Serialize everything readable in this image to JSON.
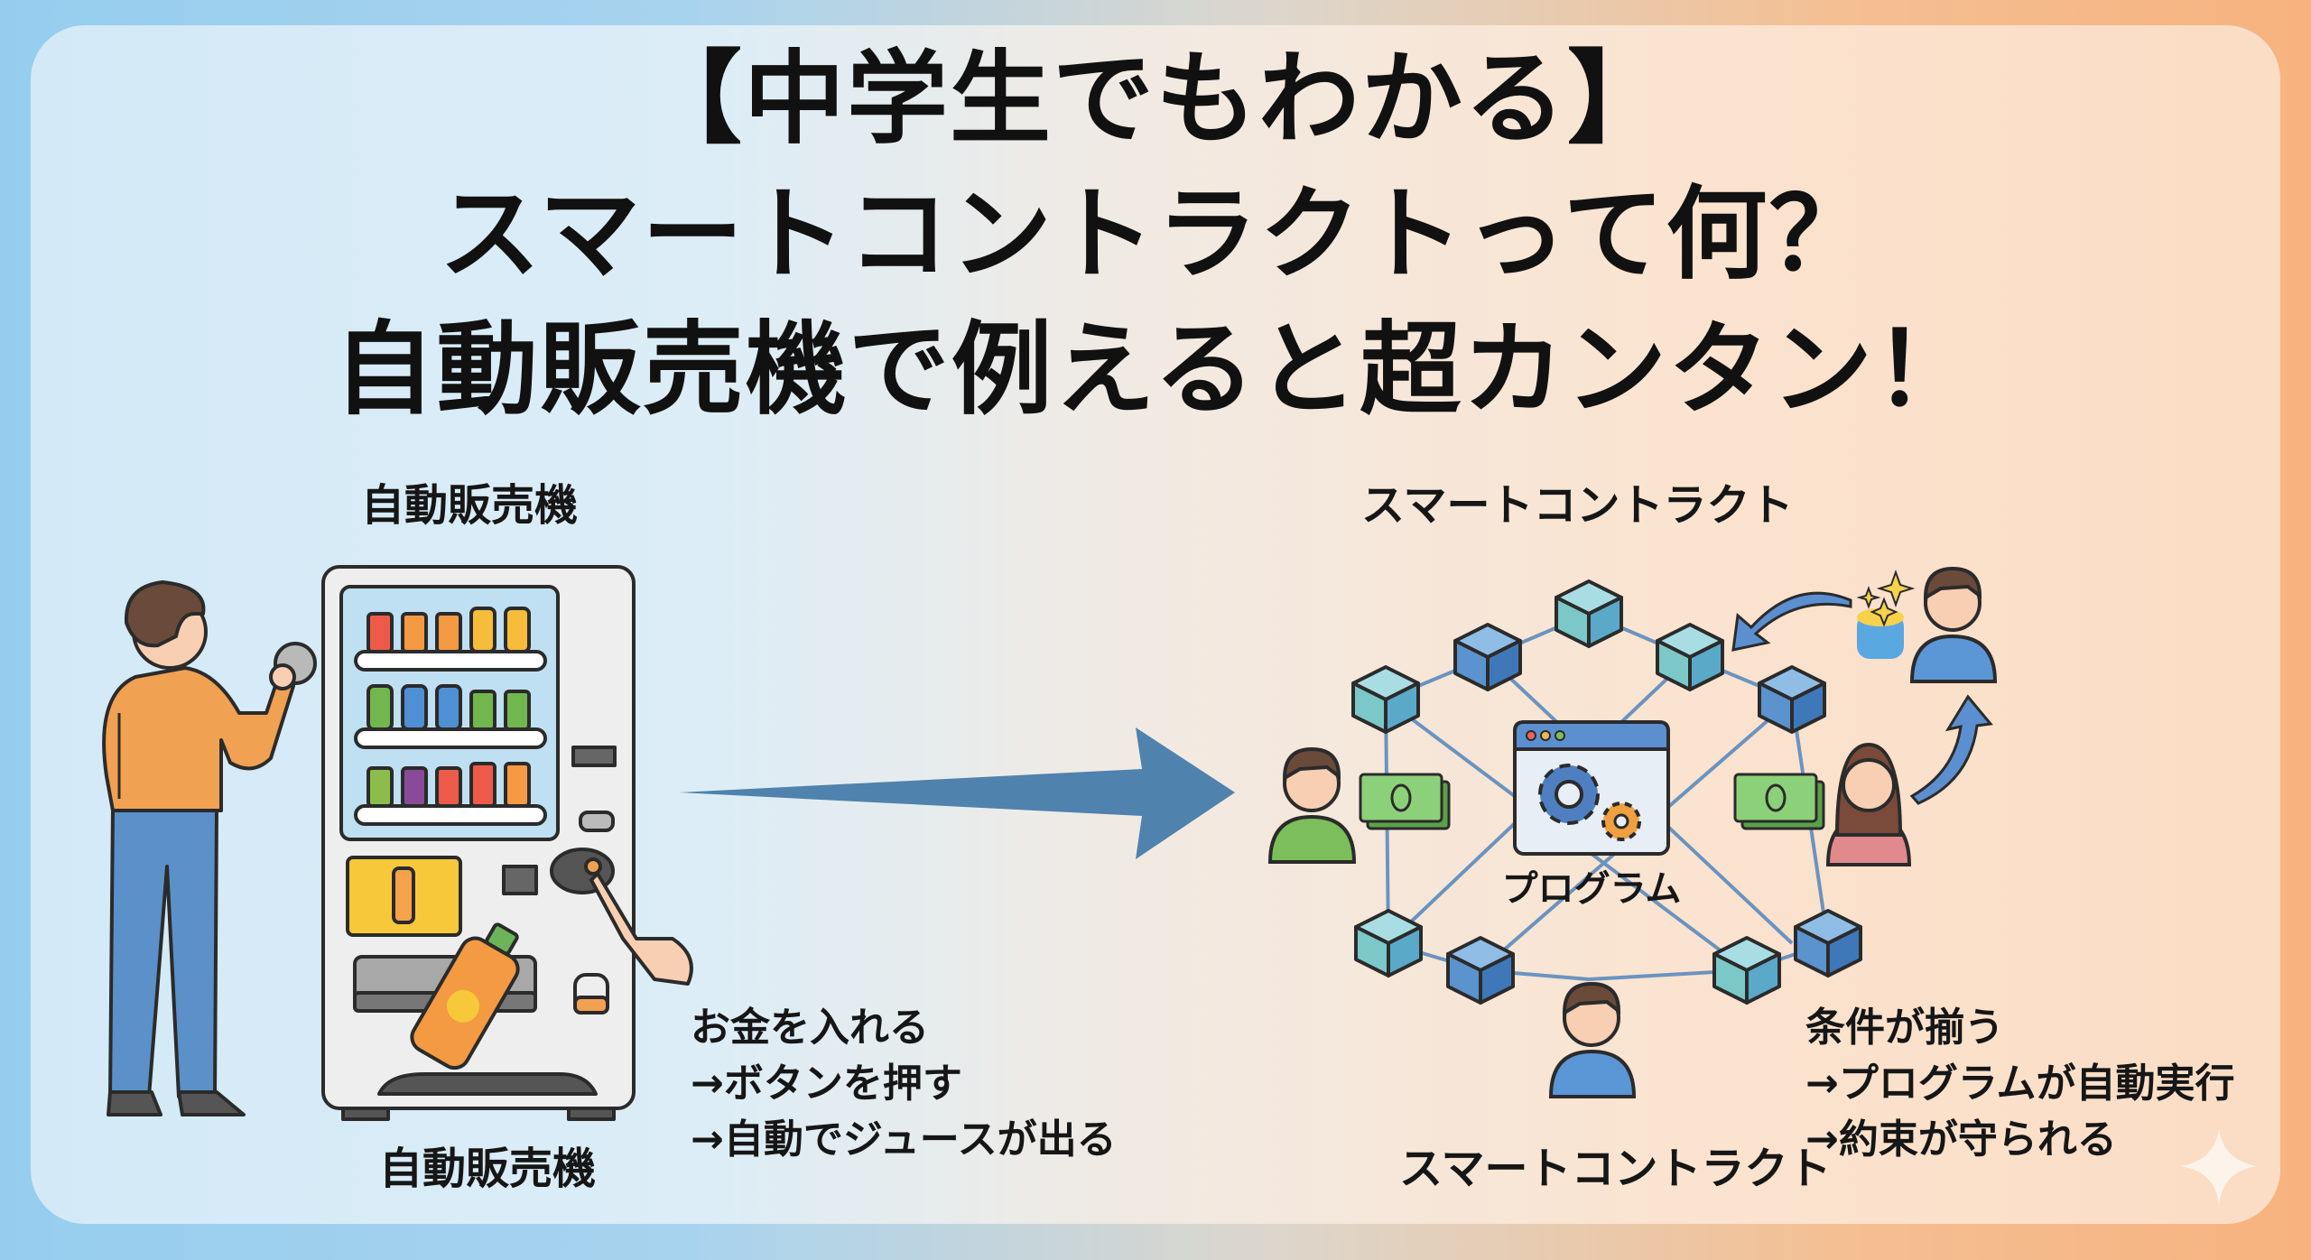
{
  "title": {
    "line1": "【中学生でもわかる】",
    "line2": "スマートコントラクトって何？",
    "line3": "自動販売機で例えると超カンタン！"
  },
  "vending": {
    "heading": "自動販売機",
    "caption": "自動販売機",
    "steps": [
      "お金を入れる",
      "→ボタンを押す",
      "→自動でジュースが出る"
    ]
  },
  "smart_contract": {
    "heading": "スマートコントラクト",
    "caption": "スマートコントラクト",
    "program_label": "プログラム",
    "steps": [
      "条件が揃う",
      "→プログラムが自動実行",
      "→約束が守られる"
    ]
  },
  "colors": {
    "arrow": "#4f82ad",
    "cube_blue": "#5b93cf",
    "cube_teal": "#7cc7c7",
    "person_green": "#7cbe5b",
    "person_blue": "#5b96d6",
    "person_pink": "#e08a8e",
    "money_green": "#6ab35a",
    "gear_blue": "#4f7fc0",
    "gear_orange": "#f0a040"
  }
}
